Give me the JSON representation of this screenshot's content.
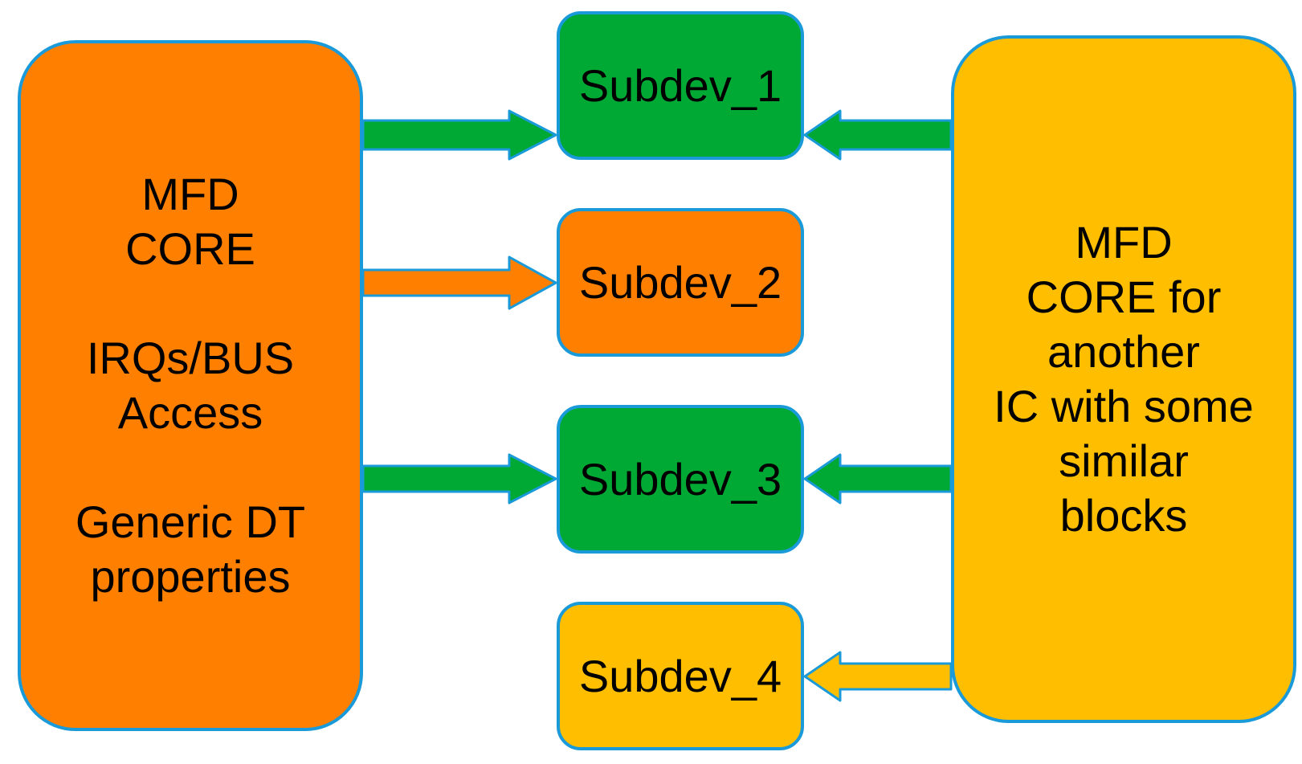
{
  "colors": {
    "outline": "#1a9ad9",
    "green": "#00a933",
    "orange": "#ff8000",
    "amber": "#ffbf00",
    "text": "#000000"
  },
  "left_core": {
    "line1": "MFD",
    "line2": "CORE",
    "line3": "IRQs/BUS",
    "line4": "Access",
    "line5": "Generic DT",
    "line6": "properties"
  },
  "right_core": {
    "line1": "MFD",
    "line2": "CORE for",
    "line3": "another",
    "line4": "IC with some",
    "line5": "similar",
    "line6": "blocks"
  },
  "subdevices": [
    {
      "label": "Subdev_1"
    },
    {
      "label": "Subdev_2"
    },
    {
      "label": "Subdev_3"
    },
    {
      "label": "Subdev_4"
    }
  ],
  "connections": [
    {
      "from": "left_core",
      "to": "Subdev_1",
      "color": "green"
    },
    {
      "from": "left_core",
      "to": "Subdev_2",
      "color": "orange"
    },
    {
      "from": "left_core",
      "to": "Subdev_3",
      "color": "green"
    },
    {
      "from": "right_core",
      "to": "Subdev_1",
      "color": "green"
    },
    {
      "from": "right_core",
      "to": "Subdev_3",
      "color": "green"
    },
    {
      "from": "right_core",
      "to": "Subdev_4",
      "color": "amber"
    }
  ]
}
